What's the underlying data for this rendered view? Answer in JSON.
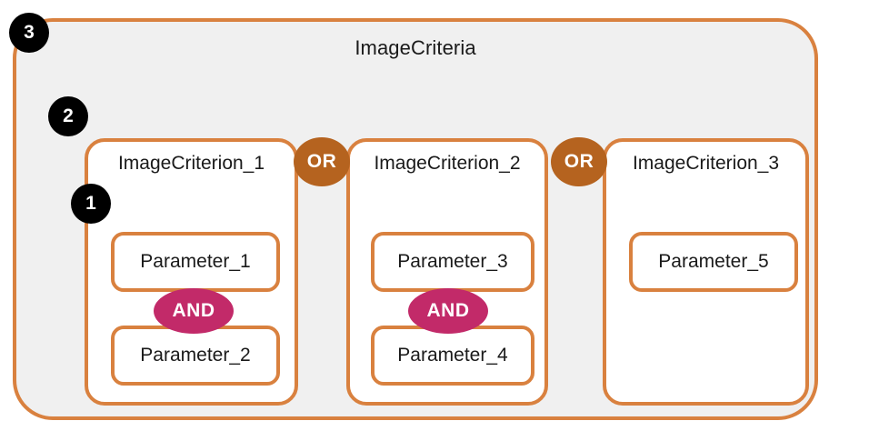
{
  "diagram": {
    "title": "ImageCriteria",
    "colors": {
      "border_orange": "#d9813f",
      "group_fill": "#f0f0f0",
      "box_fill": "#ffffff",
      "or_operator": "#b5631f",
      "and_operator": "#c22a69",
      "badge": "#000000",
      "text": "#1a1a1a"
    },
    "criteria": [
      {
        "label": "ImageCriterion_1",
        "parameters": [
          {
            "label": "Parameter_1"
          },
          {
            "label": "Parameter_2"
          }
        ],
        "parameter_operator": "AND"
      },
      {
        "label": "ImageCriterion_2",
        "parameters": [
          {
            "label": "Parameter_3"
          },
          {
            "label": "Parameter_4"
          }
        ],
        "parameter_operator": "AND"
      },
      {
        "label": "ImageCriterion_3",
        "parameters": [
          {
            "label": "Parameter_5"
          }
        ],
        "parameter_operator": null
      }
    ],
    "criteria_operators": [
      {
        "label": "OR"
      },
      {
        "label": "OR"
      }
    ],
    "badges": [
      {
        "label": "1",
        "refers_to": "parameter-level"
      },
      {
        "label": "2",
        "refers_to": "criterion-level"
      },
      {
        "label": "3",
        "refers_to": "criteria-group-level"
      }
    ]
  }
}
